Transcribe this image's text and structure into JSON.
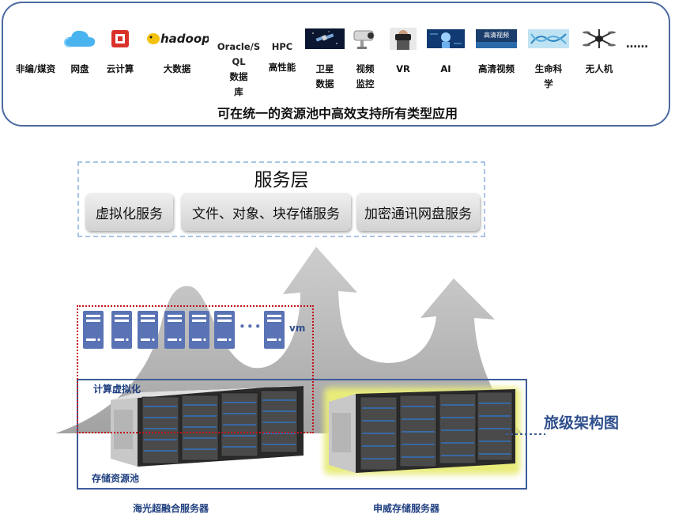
{
  "top_panel": {
    "apps": [
      {
        "label": "非编/媒资",
        "icon": "none"
      },
      {
        "label": "网盘",
        "icon": "cloud-icon"
      },
      {
        "label": "云计算",
        "icon": "cloud-computing-icon"
      },
      {
        "label": "大数据",
        "icon": "hadoop-logo",
        "logo_text": "hadoop"
      },
      {
        "label": "数据库",
        "icon": "oracle-sql-text",
        "top_text": "Oracle/SQL"
      },
      {
        "label": "高性能",
        "icon": "hpc-text",
        "top_text": "HPC"
      },
      {
        "label": "卫星数据",
        "icon": "satellite-icon"
      },
      {
        "label": "视频监控",
        "icon": "camera-icon"
      },
      {
        "label": "VR",
        "icon": "vr-headset-icon"
      },
      {
        "label": "AI",
        "icon": "ai-icon"
      },
      {
        "label": "高清视频",
        "icon": "hd-video-icon",
        "image_text": "高清视频"
      },
      {
        "label": "生命科学",
        "icon": "dna-icon"
      },
      {
        "label": "无人机",
        "icon": "drone-icon"
      }
    ],
    "ellipsis": "……",
    "caption": "可在统一的资源池中高效支持所有类型应用"
  },
  "service_layer": {
    "title": "服务层",
    "services": [
      "虚拟化服务",
      "文件、对象、块存储服务",
      "加密通讯网盘服务"
    ]
  },
  "compute": {
    "vm_label": "vm",
    "dots": "•••",
    "label": "计算虚拟化"
  },
  "storage": {
    "pool_label": "存储资源池",
    "arch_label": "旅级架构图",
    "server1_label": "海光超融合服务器",
    "server2_label": "申威存储服务器"
  },
  "colors": {
    "panel_border": "#4a6aa0",
    "dashed_border": "#a9c4e6",
    "compute_border": "#c0141c",
    "pool_border": "#3d5c98",
    "label_blue": "#1f3f80",
    "arrow_gray": "#bcbcbc",
    "vm_blue": "#5a73b4",
    "glow_yellow": "#e8ec7a"
  }
}
